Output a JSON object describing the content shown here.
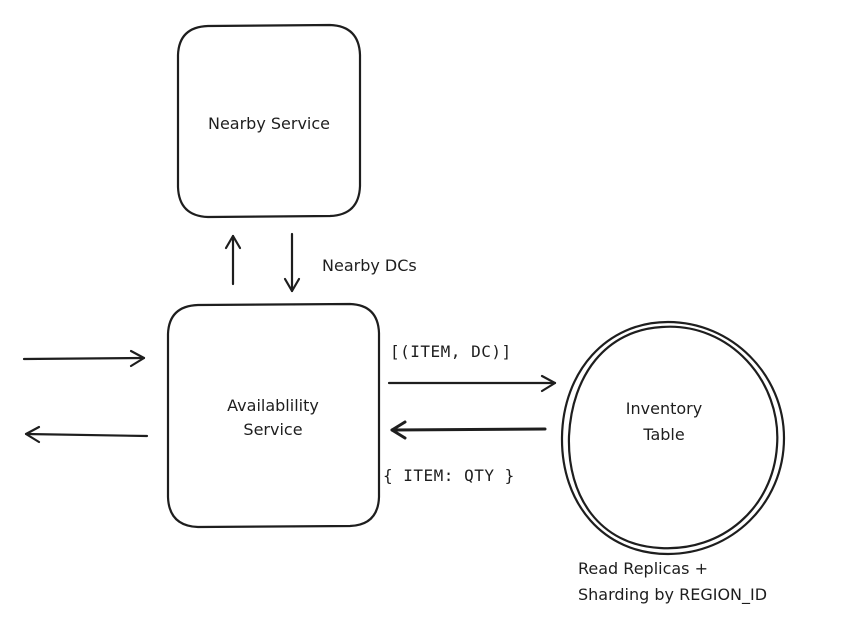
{
  "colors": {
    "background": "#ffffff",
    "stroke": "#1e1e1e"
  },
  "nodes": {
    "nearby_service": {
      "label": "Nearby Service"
    },
    "availability_service": {
      "label_line1": "Availablility",
      "label_line2": "Service"
    },
    "inventory_table": {
      "label_line1": "Inventory",
      "label_line2": "Table"
    }
  },
  "edges": {
    "nearby_dcs": {
      "label": "Nearby DCs"
    },
    "item_dc_request": {
      "label": "[(ITEM, DC)]"
    },
    "item_qty_response": {
      "label": "{ ITEM: QTY }"
    }
  },
  "annotations": {
    "inventory_note_line1": "Read Replicas +",
    "inventory_note_line2": "Sharding by REGION_ID"
  }
}
